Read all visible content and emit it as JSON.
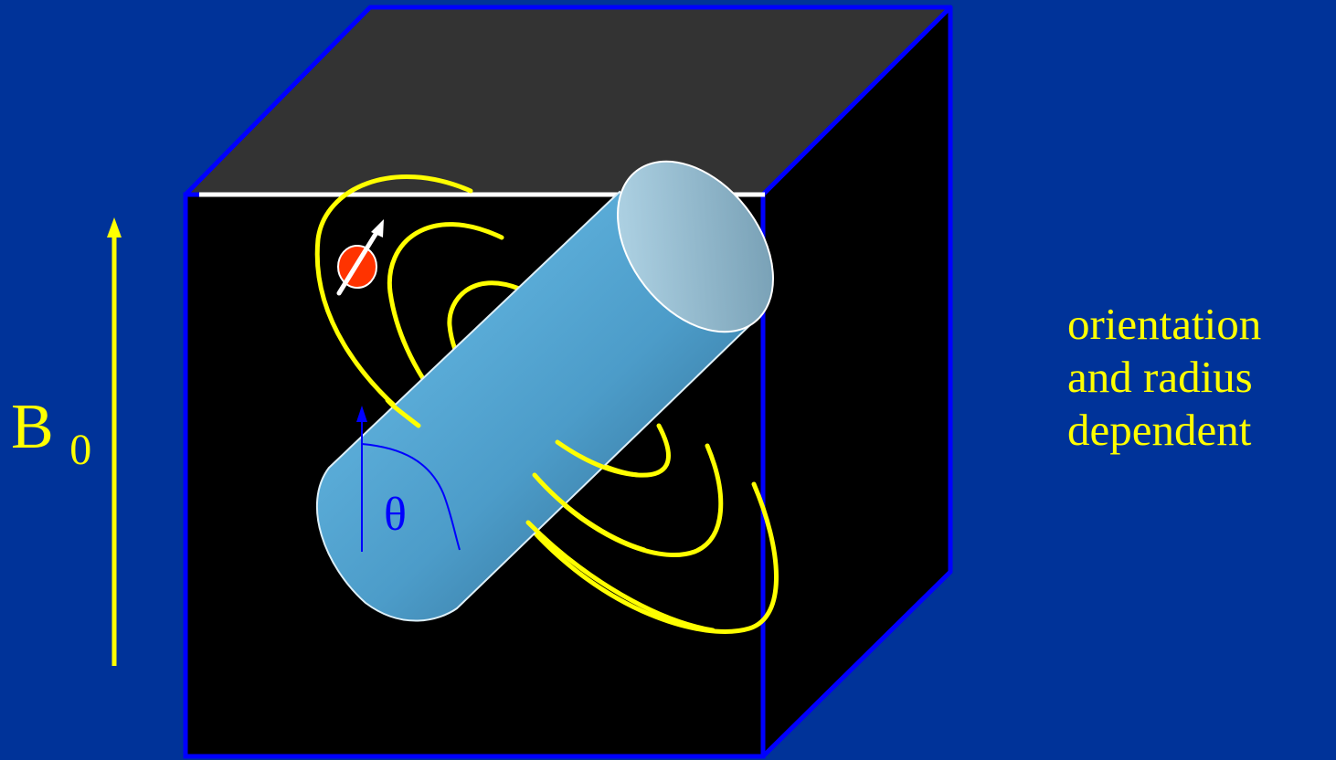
{
  "field_label": {
    "symbol": "B",
    "subscript": "0"
  },
  "angle_label": "θ",
  "note_lines": [
    "orientation",
    "and radius",
    "dependent"
  ],
  "colors": {
    "background": "#003399",
    "field_lines": "#FFFF00",
    "box_edges": "#0000FF",
    "box_front": "#000000",
    "box_top": "#333333",
    "cylinder_light": "#66BBE6",
    "cylinder_dark": "#2E6A8F",
    "spin": "#FF3300",
    "angle_marker": "#0000FF"
  }
}
